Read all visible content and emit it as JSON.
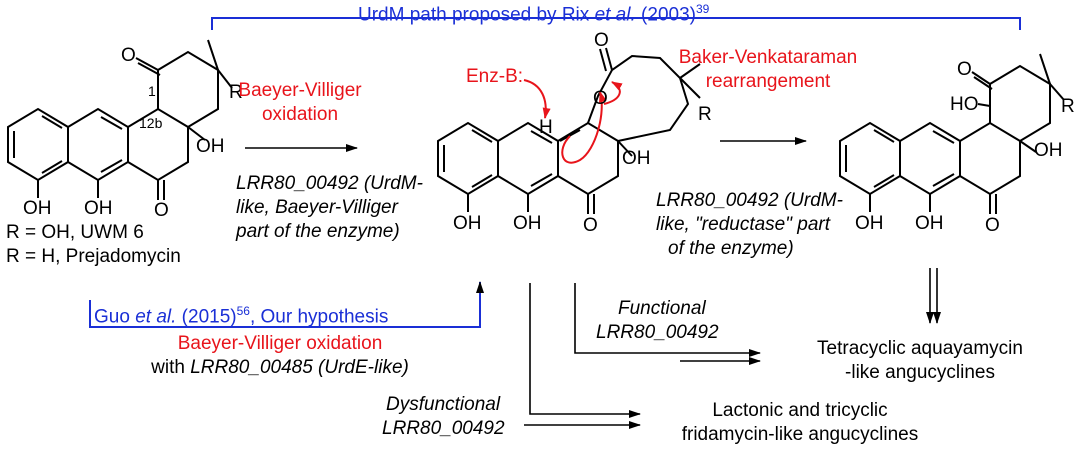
{
  "header": {
    "title_prefix": "UrdM path proposed by Rix ",
    "title_etal": "et al.",
    "title_year": " (2003)",
    "title_ref": "39"
  },
  "colors": {
    "red": "#e8141b",
    "blue": "#1a2fd6",
    "black": "#000000"
  },
  "start": {
    "label1": "R = OH, UWM 6",
    "label2": "R = H, Prejadomycin",
    "atom_O_top": "O",
    "atom_R": "R",
    "num1": "1",
    "num12b": "12b",
    "atom_OH_ring": "OH",
    "atom_O_ketone": "O",
    "oh1": "OH",
    "oh2": "OH"
  },
  "step1": {
    "title_line1": "Baeyer-Villiger",
    "title_line2": "oxidation",
    "enzyme_line1": "LRR80_00492 (UrdM-",
    "enzyme_line2": "like, Baeyer-Villiger",
    "enzyme_line3": "part of the enzyme)"
  },
  "intermediate": {
    "enz_label": "Enz-B:",
    "atom_O_carbonyl": "O",
    "atom_O_ring": "O",
    "atom_H": "H",
    "atom_R": "R",
    "atom_OH_ring": "OH",
    "atom_O_ketone": "O",
    "oh1": "OH",
    "oh2": "OH"
  },
  "step2": {
    "title_line1": "Baker-Venkataraman",
    "title_line2": "rearrangement",
    "enzyme_line1": "LRR80_00492 (UrdM-",
    "enzyme_line2": "like, \"reductase\" part",
    "enzyme_line3": "of the enzyme)"
  },
  "product": {
    "atom_O_top": "O",
    "atom_HO": "HO",
    "atom_R": "R",
    "atom_OH_ring": "OH",
    "atom_O_ketone": "O",
    "oh1": "OH",
    "oh2": "OH"
  },
  "hypothesis": {
    "line_prefix": "Guo ",
    "line_etal": "et al.",
    "line_year": " (2015)",
    "line_ref": "56",
    "line_suffix": ", Our hypothesis",
    "bv_title": "Baeyer-Villiger oxidation",
    "bv_with": "with ",
    "bv_enzyme": "LRR80_00485 (UrdE-like)"
  },
  "outcomes": {
    "functional_line1": "Functional",
    "functional_line2": "LRR80_00492",
    "tetra_line1": "Tetracyclic aquayamycin",
    "tetra_line2": "-like angucyclines",
    "dysfunctional_line1": "Dysfunctional",
    "dysfunctional_line2": "LRR80_00492",
    "lact_line1": "Lactonic and tricyclic",
    "lact_line2": "fridamycin-like angucyclines"
  }
}
